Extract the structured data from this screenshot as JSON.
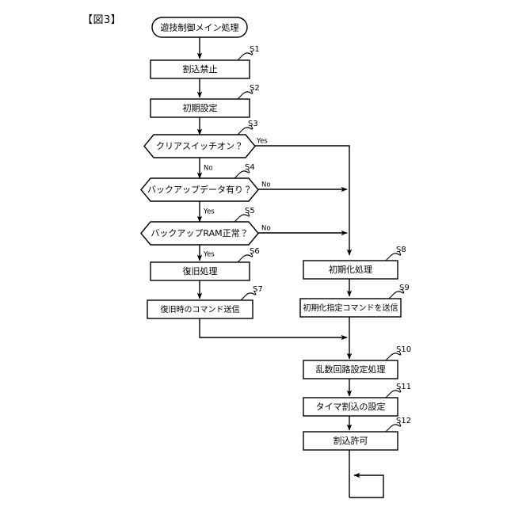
{
  "figure": {
    "label": "【図3】"
  },
  "chart_data": {
    "type": "diagram",
    "diagram_type": "flowchart",
    "title": "遊技制御メイン処理",
    "orientation": "top-to-bottom",
    "nodes": [
      {
        "id": "start",
        "shape": "terminator",
        "step": "",
        "text": "遊技制御メイン処理"
      },
      {
        "id": "s1",
        "shape": "process",
        "step": "S1",
        "text": "割込禁止"
      },
      {
        "id": "s2",
        "shape": "process",
        "step": "S2",
        "text": "初期設定"
      },
      {
        "id": "s3",
        "shape": "decision",
        "step": "S3",
        "text": "クリアスイッチオン？"
      },
      {
        "id": "s4",
        "shape": "decision",
        "step": "S4",
        "text": "バックアップデータ有り？"
      },
      {
        "id": "s5",
        "shape": "decision",
        "step": "S5",
        "text": "バックアップRAM正常？"
      },
      {
        "id": "s6",
        "shape": "process",
        "step": "S6",
        "text": "復旧処理"
      },
      {
        "id": "s7",
        "shape": "process",
        "step": "S7",
        "text": "復旧時のコマンド送信"
      },
      {
        "id": "s8",
        "shape": "process",
        "step": "S8",
        "text": "初期化処理"
      },
      {
        "id": "s9",
        "shape": "process",
        "step": "S9",
        "text": "初期化指定コマンドを送信"
      },
      {
        "id": "s10",
        "shape": "process",
        "step": "S10",
        "text": "乱数回路設定処理"
      },
      {
        "id": "s11",
        "shape": "process",
        "step": "S11",
        "text": "タイマ割込の設定"
      },
      {
        "id": "s12",
        "shape": "process",
        "step": "S12",
        "text": "割込許可"
      }
    ],
    "branch_labels": {
      "s3_yes": "Yes",
      "s3_no": "No",
      "s4_no": "No",
      "s4_yes": "Yes",
      "s5_no": "No",
      "s5_yes": "Yes"
    },
    "edges": [
      {
        "from": "start",
        "to": "s1",
        "label": ""
      },
      {
        "from": "s1",
        "to": "s2",
        "label": ""
      },
      {
        "from": "s2",
        "to": "s3",
        "label": ""
      },
      {
        "from": "s3",
        "to": "s4",
        "label": "No"
      },
      {
        "from": "s3",
        "to": "s8",
        "label": "Yes"
      },
      {
        "from": "s4",
        "to": "s5",
        "label": "Yes"
      },
      {
        "from": "s4",
        "to": "s8",
        "label": "No"
      },
      {
        "from": "s5",
        "to": "s6",
        "label": "Yes"
      },
      {
        "from": "s5",
        "to": "s8",
        "label": "No"
      },
      {
        "from": "s6",
        "to": "s7",
        "label": ""
      },
      {
        "from": "s7",
        "to": "s10",
        "label": ""
      },
      {
        "from": "s8",
        "to": "s9",
        "label": ""
      },
      {
        "from": "s9",
        "to": "s10",
        "label": ""
      },
      {
        "from": "s10",
        "to": "s11",
        "label": ""
      },
      {
        "from": "s11",
        "to": "s12",
        "label": ""
      },
      {
        "from": "s12",
        "to": "loop",
        "label": ""
      }
    ],
    "loop": {
      "present": true,
      "description": "infinite-loop-back"
    },
    "colors": {
      "stroke": "#000000",
      "fill": "#ffffff",
      "background": "#ffffff"
    }
  }
}
